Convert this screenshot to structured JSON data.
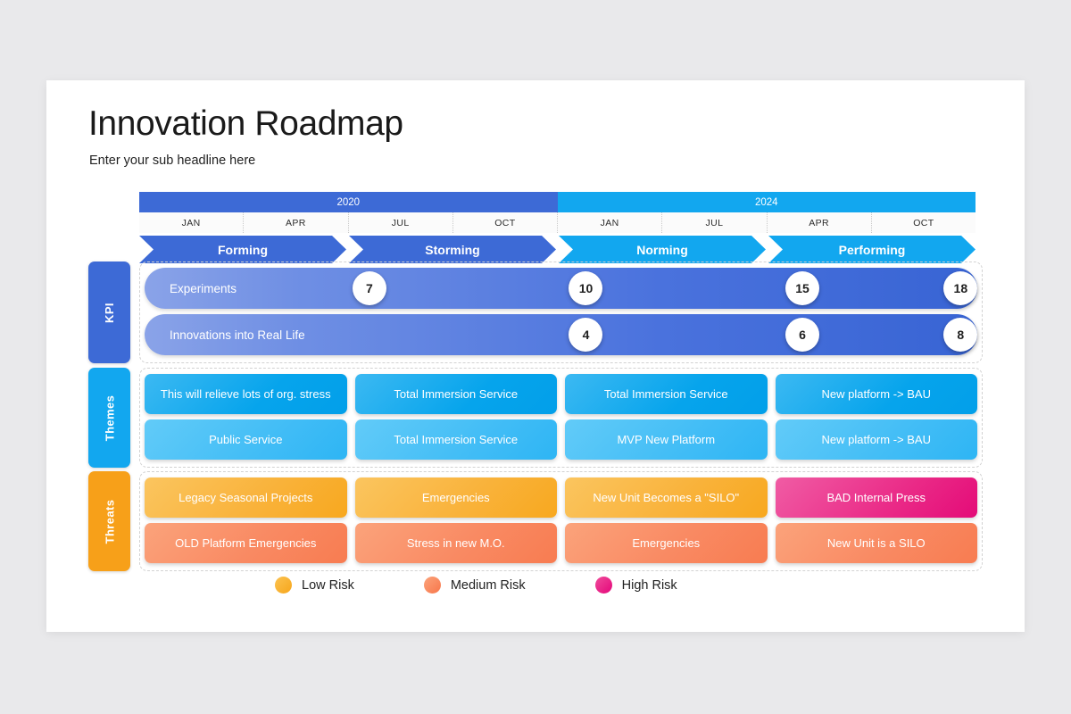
{
  "slide": {
    "title": "Innovation Roadmap",
    "subtitle": "Enter your sub headline here"
  },
  "timeline": {
    "years": [
      {
        "label": "2020",
        "color": "#3d6ad6"
      },
      {
        "label": "2024",
        "color": "#12a7ef"
      }
    ],
    "months": [
      "JAN",
      "APR",
      "JUL",
      "OCT",
      "JAN",
      "JUL",
      "APR",
      "OCT"
    ],
    "phases": [
      {
        "label": "Forming",
        "color": "#3d6ad6"
      },
      {
        "label": "Storming",
        "color": "#3d6ad6"
      },
      {
        "label": "Norming",
        "color": "#12a7ef"
      },
      {
        "label": "Performing",
        "color": "#12a7ef"
      }
    ]
  },
  "sections": {
    "kpi": {
      "tab_label": "KPI",
      "tab_color": "#3d6ad6",
      "rows": [
        {
          "label": "Experiments",
          "values": [
            "7",
            "10",
            "15",
            "18"
          ],
          "positions": [
            27,
            53,
            79,
            98
          ]
        },
        {
          "label": "Innovations into Real Life",
          "values": [
            "4",
            "6",
            "8"
          ],
          "positions": [
            53,
            79,
            98
          ]
        }
      ]
    },
    "themes": {
      "tab_label": "Themes",
      "tab_color": "#12a7ef",
      "rows": [
        [
          "This will relieve lots of org. stress",
          "Total Immersion Service",
          "Total Immersion Service",
          "New platform -> BAU"
        ],
        [
          "Public Service",
          "Total Immersion Service",
          "MVP New Platform",
          "New platform -> BAU"
        ]
      ]
    },
    "threats": {
      "tab_label": "Threats",
      "tab_color": "#f7a019",
      "rows": [
        [
          {
            "text": "Legacy Seasonal Projects",
            "risk": "low"
          },
          {
            "text": "Emergencies",
            "risk": "low"
          },
          {
            "text": "New Unit Becomes a \"SILO\"",
            "risk": "low"
          },
          {
            "text": "BAD Internal Press",
            "risk": "high"
          }
        ],
        [
          {
            "text": "OLD Platform Emergencies",
            "risk": "medium"
          },
          {
            "text": "Stress in new M.O.",
            "risk": "medium"
          },
          {
            "text": "Emergencies",
            "risk": "medium"
          },
          {
            "text": "New Unit is a SILO",
            "risk": "medium"
          }
        ]
      ]
    }
  },
  "legend": [
    {
      "label": "Low Risk",
      "risk": "low",
      "color": "#f7a61b"
    },
    {
      "label": "Medium Risk",
      "risk": "medium",
      "color": "#f8764a"
    },
    {
      "label": "High Risk",
      "risk": "high",
      "color": "#e4077a"
    }
  ]
}
